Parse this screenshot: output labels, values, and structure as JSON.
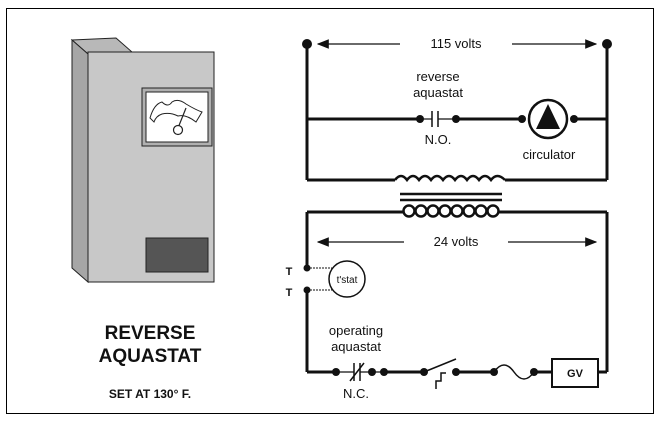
{
  "device": {
    "title_line1": "REVERSE",
    "title_line2": "AQUASTAT",
    "setting": "SET AT 130° F."
  },
  "line_circuit": {
    "voltage_label": "115 volts",
    "switch_label_line1": "reverse",
    "switch_label_line2": "aquastat",
    "switch_state": "N.O.",
    "pump_label": "circulator"
  },
  "control_circuit": {
    "voltage_label": "24 volts",
    "thermostat_label": "t'stat",
    "terminal_1": "T",
    "terminal_2": "T",
    "operating_label_line1": "operating",
    "operating_label_line2": "aquastat",
    "operating_state": "N.C.",
    "gas_valve_label": "GV"
  },
  "colors": {
    "line": "#111111",
    "box_front": "#c8c8c8",
    "box_side": "#a6a6a6",
    "box_top": "#b8b8b8"
  }
}
